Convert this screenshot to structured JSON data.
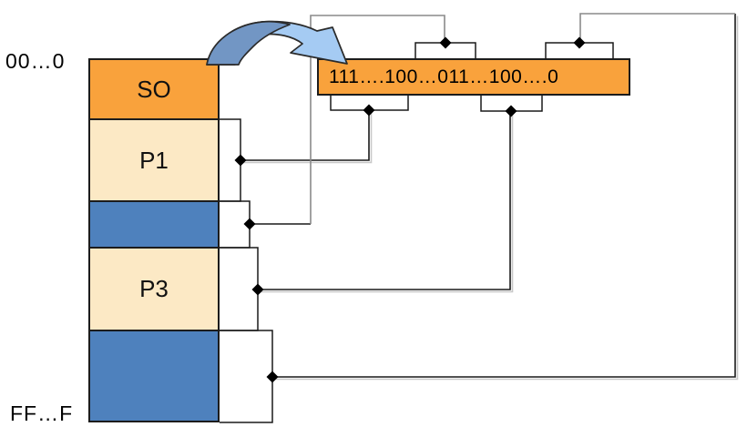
{
  "diagram": {
    "kind": "memory-bitmap-allocation",
    "address_top_label": "00…0",
    "address_bottom_label": "FF…F",
    "bitmap": {
      "value": "111….100…011…100….0",
      "fill_color": "#F9A23C"
    },
    "memory_segments": [
      {
        "label": "SO",
        "kind": "os",
        "fill_color": "#F9A23C"
      },
      {
        "label": "P1",
        "kind": "process",
        "fill_color": "#FCE9C5"
      },
      {
        "label": "",
        "kind": "hole",
        "fill_color": "#4E81BD"
      },
      {
        "label": "P3",
        "kind": "process",
        "fill_color": "#FCE9C5"
      },
      {
        "label": "",
        "kind": "hole",
        "fill_color": "#4E81BD"
      }
    ],
    "colors": {
      "orange": "#F9A23C",
      "cream": "#FCE9C5",
      "blue": "#4E81BD",
      "arrow_light_blue": "#A5CBF3",
      "arrow_dark_blue": "#7296C4",
      "line_black": "#1a1a1a",
      "line_gray": "#8a8a8a",
      "shadow_gray": "#c2c2c2"
    }
  }
}
